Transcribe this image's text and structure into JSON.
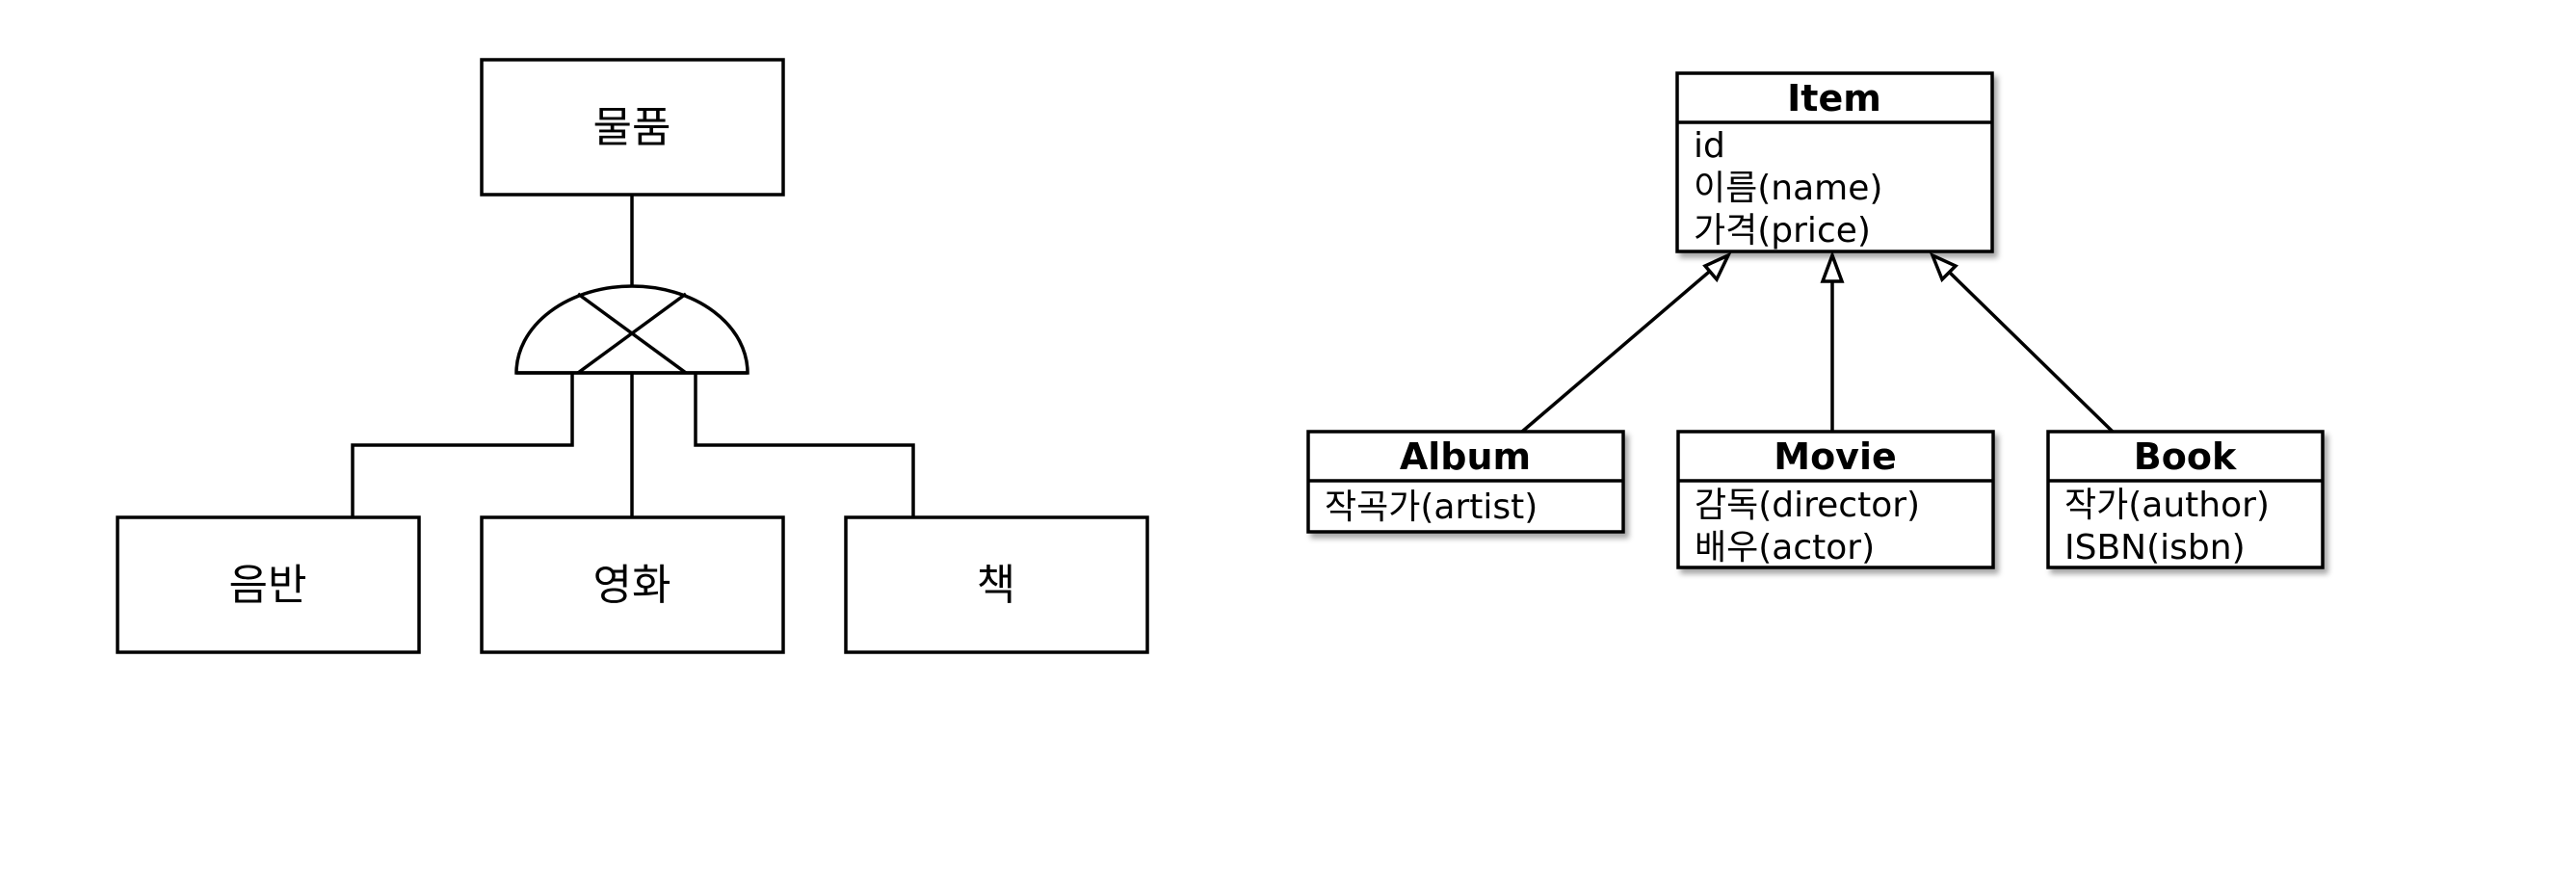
{
  "er_diagram": {
    "parent": "물품",
    "children": [
      "음반",
      "영화",
      "책"
    ]
  },
  "class_diagram": {
    "parent": {
      "name": "Item",
      "attributes": [
        "id",
        "이름(name)",
        "가격(price)"
      ]
    },
    "children": [
      {
        "name": "Album",
        "attributes": [
          "작곡가(artist)"
        ]
      },
      {
        "name": "Movie",
        "attributes": [
          "감독(director)",
          "배우(actor)"
        ]
      },
      {
        "name": "Book",
        "attributes": [
          "작가(author)",
          "ISBN(isbn)"
        ]
      }
    ]
  }
}
